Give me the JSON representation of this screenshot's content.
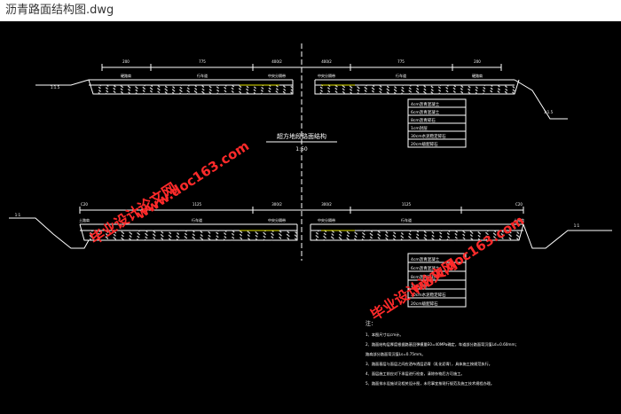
{
  "window": {
    "title": "沥青路面结构图.dwg"
  },
  "drawing": {
    "center_title": "超方地段路面结构",
    "scale": "1:50",
    "upper": {
      "dims": [
        "200",
        "775",
        "400/2",
        "400/2",
        "775",
        "200"
      ],
      "lane_labels": [
        "硬路肩",
        "行车道",
        "中央分隔带",
        "中央分隔带",
        "行车道",
        "硬路肩"
      ],
      "slopes": [
        "1:1.5",
        "1:1.5"
      ]
    },
    "lower": {
      "dims": [
        "C20",
        "1125",
        "300/2",
        "300/2",
        "1125",
        "C20"
      ],
      "lane_labels": [
        "土路肩",
        "行车道",
        "中央分隔带",
        "中央分隔带",
        "行车道",
        "土路肩"
      ],
      "slopes": [
        "1:1",
        "1:1"
      ]
    },
    "legend_upper": [
      "4cm沥青混凝土",
      "6cm沥青混凝土",
      "8cm沥青碎石",
      "1cm封层",
      "30cm水泥稳定碎石",
      "20cm级配碎石"
    ],
    "legend_lower": [
      "4cm沥青混凝土",
      "6cm沥青混凝土",
      "8cm沥青碎石",
      "1cm封层",
      "30cm水泥稳定碎石",
      "20cm级配碎石"
    ],
    "notes": {
      "heading": "注：",
      "lines": [
        "1、本图尺寸以cm计。",
        "2、路面结构层厚度根据路基回弹模量E0=40MPa确定，车道部分路面弯沉值Ld=0.60mm；",
        "   路肩部分路面弯沉值Ls=0.75mm。",
        "3、路面基层与面层之间应洒布透层沥青（乳化沥青），具体施工按规范执行。",
        "4、面层施工前应对下承层进行检查，清除杂物后方可施工。",
        "5、路面排水设施详见相关设计图，未尽事宜按现行规范及施工技术规程办理。"
      ]
    }
  },
  "watermarks": {
    "site": "www.doc163.com",
    "name": "毕业设计论文网"
  },
  "colors": {
    "background": "#000000",
    "line": "#ffffff",
    "watermark": "#ff2a2a",
    "yellow": "#e6e600"
  }
}
